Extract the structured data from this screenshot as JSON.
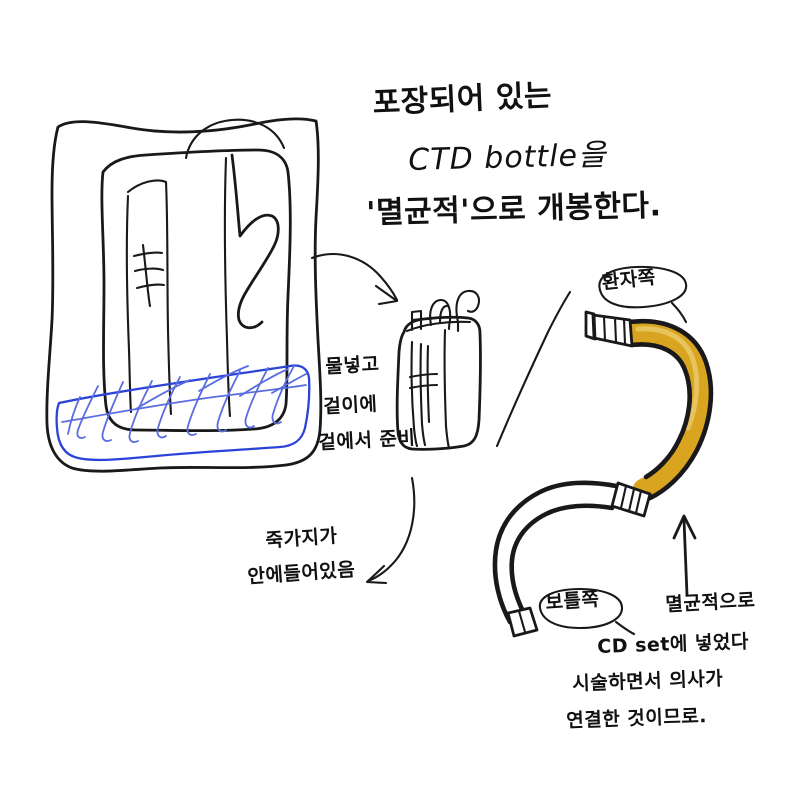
{
  "document": {
    "kind": "handwritten-sketch-note",
    "background_color": "#ffffff",
    "ink_color": "#19191b",
    "accent_blue": "#2c43d8",
    "accent_yellow": "#d9a520"
  },
  "annotations": {
    "heading": {
      "line1": "포장되어 있는",
      "line2": "CTD bottle을",
      "line3": "'멸균적'으로 개봉한다."
    },
    "pouch_note": {
      "line1": "물넣고",
      "line2": "겉이에",
      "line3": "겉에서 준비"
    },
    "syringe_note": {
      "line1": "죽가지가",
      "line2": "안에들어있음"
    },
    "tube_labels": {
      "patient_side": "환자쪽",
      "bottle_side": "보틀쪽"
    },
    "bottom_note": {
      "line1": "멸균적으로",
      "line2": "CD set에 넣었다",
      "line3": "시술하면서 의사가",
      "line4": "연결한 것이므로."
    }
  },
  "figures": {
    "pouch": {
      "name": "packaged-ctd-bottle-pouch",
      "description": "hand-drawn sterile pouch containing a bottle with a hook; blue hatched liquid region at the bottom"
    },
    "bottle": {
      "name": "ctd-bottle-small",
      "description": "small opened CTD bottle with tubes/hooks on top"
    },
    "tube": {
      "name": "connecting-tube",
      "description": "S-curved tube, gold/yellow patient-side segment with connector, white bottle-side segment",
      "patient_end_color": "#d9a520",
      "bottle_end_color": "#ffffff"
    },
    "arrows": {
      "pouch_to_bottle": "curved arrow pointing from pouch to small bottle",
      "bottle_to_note": "curved arrow pointing from small bottle down-left to syringe note",
      "note_to_tube": "straight arrow pointing up from bottom note to tube"
    }
  }
}
